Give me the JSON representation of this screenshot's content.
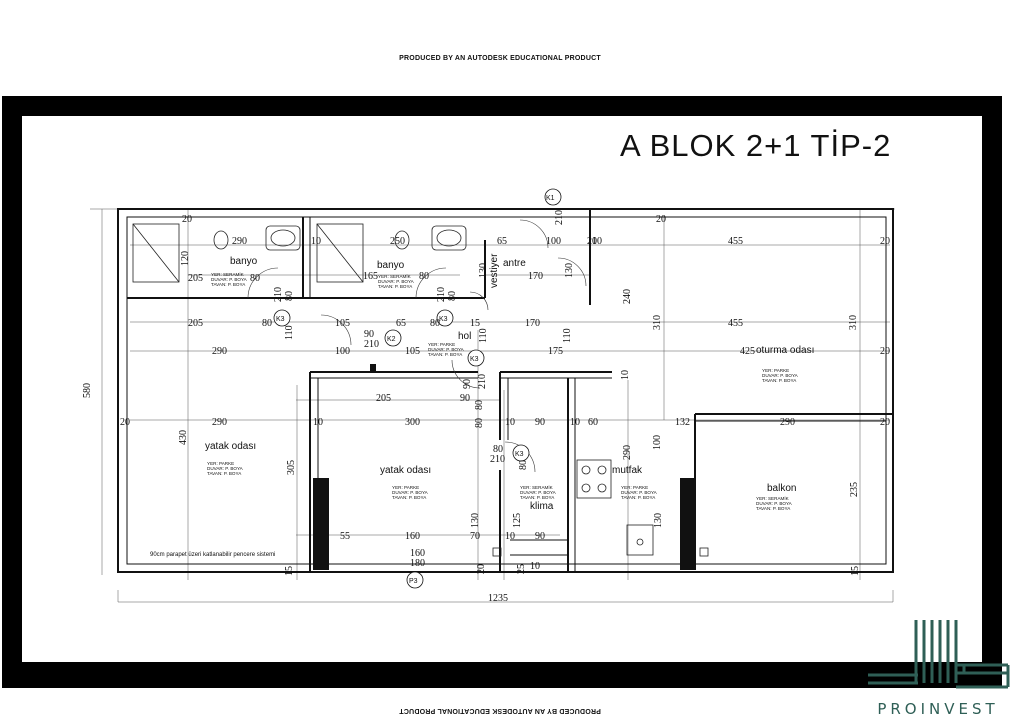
{
  "banner": {
    "top": "PRODUCED BY AN AUTODESK EDUCATIONAL PRODUCT",
    "bottom": "PRODUCED BY AN AUTODESK EDUCATIONAL PRODUCT"
  },
  "title": "A  BLOK  2+1 TİP-2",
  "rooms": {
    "banyo1": "banyo",
    "banyo2": "banyo",
    "vestiyer": "vestiyer",
    "antre": "antre",
    "hol": "hol",
    "oturma": "oturma odası",
    "yatak1": "yatak odası",
    "yatak2": "yatak odası",
    "klima": "klima",
    "mutfak": "mutfak",
    "balkon": "balkon"
  },
  "finishes": {
    "seramik": [
      "YER: SERAMİK",
      "DUVAR: P. BOYA",
      "TAVAN: P. BOYA"
    ],
    "parke": [
      "YER: PARKE",
      "DUVAR: P. BOYA",
      "TAVAN: P. BOYA"
    ]
  },
  "tags": {
    "k1": "K1",
    "k2": "K2",
    "k3a": "K3",
    "k3b": "K3",
    "k3c": "K3",
    "k3d": "K3",
    "p3": "P3"
  },
  "note": "90cm parapet üzeri katlanabilir pencere sistemi",
  "dimensions": {
    "overall_width": "1235",
    "overall_depth": "580",
    "d290a": "290",
    "d120": "120",
    "d205a": "205",
    "d80a": "80",
    "d80b": "80",
    "d210a": "210",
    "d10a": "10",
    "d250": "250",
    "d165": "165",
    "d80c": "80",
    "d80d": "80",
    "d210b": "210",
    "d65a": "65",
    "d100a": "100",
    "d210c": "210",
    "d20a": "20",
    "d130a": "130",
    "d170a": "170",
    "d130b": "130",
    "d10b": "10",
    "d455a": "455",
    "d20b": "20",
    "d205b": "205",
    "d80e": "80",
    "d110a": "110",
    "d105a": "105",
    "d65b": "65",
    "d80f": "80",
    "d15a": "15",
    "d170b": "170",
    "d110b": "110",
    "d455b": "455",
    "d310a": "310",
    "d310b": "310",
    "d240": "240",
    "d90a": "90",
    "d210d": "210",
    "d100b": "100",
    "d105b": "105",
    "d110c": "110",
    "d175": "175",
    "d425": "425",
    "d20c": "20",
    "d290b": "290",
    "d90b": "90",
    "d210e": "210",
    "d205c": "205",
    "d90c": "90",
    "d80g": "80",
    "d10c": "10",
    "d20d": "20",
    "d290c": "290",
    "d10d": "10",
    "d300": "300",
    "d80h": "80",
    "d10e": "10",
    "d90d": "90",
    "d10f": "10",
    "d60": "60",
    "d132": "132",
    "d100c": "100",
    "d290d": "290",
    "d20e": "20",
    "d430": "430",
    "d305": "305",
    "d80i": "80",
    "d210f": "210",
    "d80j": "80",
    "d290e": "290",
    "d235": "235",
    "d130c": "130",
    "d125": "125",
    "d130d": "130",
    "d55": "55",
    "d160": "160",
    "d70": "70",
    "d10g": "10",
    "d90e": "90",
    "d15b": "15",
    "d15c": "15",
    "d160b": "160",
    "d180": "180",
    "d20f": "20",
    "d25": "25",
    "d10h": "10"
  },
  "logo": {
    "text": "PROINVEST",
    "color": "#2f5f56"
  }
}
